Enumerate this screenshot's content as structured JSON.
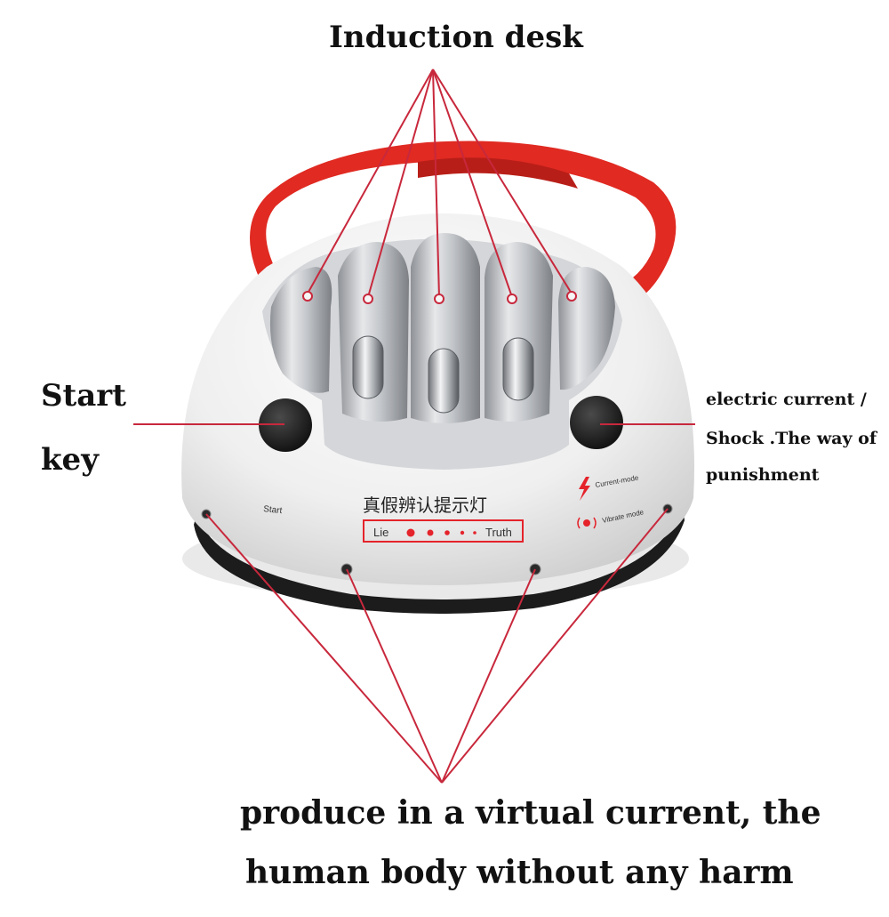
{
  "labels": {
    "top": "Induction desk",
    "left_line1": "Start",
    "left_line2": "key",
    "right_line1": "electric current /",
    "right_line2": "Shock .The way of",
    "right_line3": "punishment",
    "bottom_line1": "produce in a virtual current, the",
    "bottom_line2": "human body without any harm"
  },
  "device": {
    "start_text": "Start",
    "chinese_text": "真假辨认提示灯",
    "lie_label": "Lie",
    "truth_label": "Truth",
    "current_mode": "Current-mode",
    "vibrate_mode": "Vibrate mode"
  },
  "colors": {
    "strap": "#e02a22",
    "pointer_line": "#c8283c",
    "body": "#f2f2f2",
    "metal": "#b9bcc0",
    "button": "#222222",
    "base": "#1c1c1c",
    "indicator": "#e5232b"
  }
}
